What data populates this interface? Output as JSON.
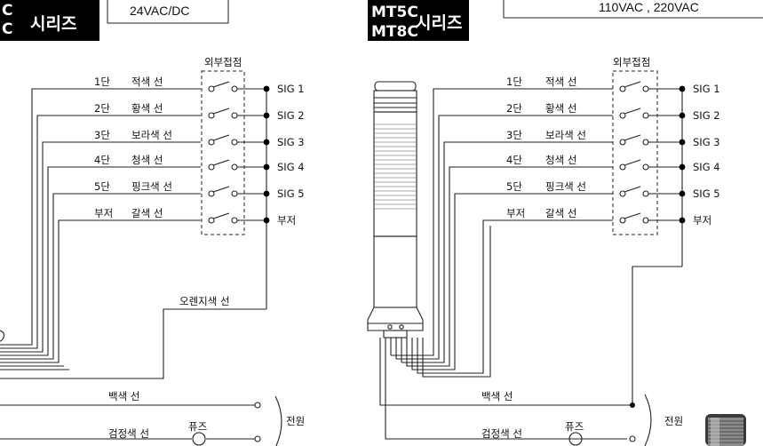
{
  "left": {
    "title_lines": [
      "C",
      "C"
    ],
    "title_kor": "시리즈",
    "voltage": "24VAC/DC",
    "contact_label": "외부접점",
    "rows": [
      {
        "tier": "1단",
        "wire": "적색 선",
        "sig": "SIG 1"
      },
      {
        "tier": "2단",
        "wire": "황색 선",
        "sig": "SIG 2"
      },
      {
        "tier": "3단",
        "wire": "보라색 선",
        "sig": "SIG 3"
      },
      {
        "tier": "4단",
        "wire": "청색 선",
        "sig": "SIG 4"
      },
      {
        "tier": "5단",
        "wire": "핑크색 선",
        "sig": "SIG 5"
      },
      {
        "tier": "부저",
        "wire": "갈색 선",
        "sig": "부저"
      }
    ],
    "orange_wire": "오렌지색 선",
    "white_wire": "백색 선",
    "black_wire": "검정색 선",
    "fuse": "퓨즈",
    "power": "전원"
  },
  "right": {
    "title_lines": [
      "MT5C",
      "MT8C"
    ],
    "title_kor": "시리즈",
    "voltage": "110VAC , 220VAC",
    "contact_label": "외부접점",
    "rows": [
      {
        "tier": "1단",
        "wire": "적색 선",
        "sig": "SIG 1"
      },
      {
        "tier": "2단",
        "wire": "황색 선",
        "sig": "SIG 2"
      },
      {
        "tier": "3단",
        "wire": "보라색 선",
        "sig": "SIG 3"
      },
      {
        "tier": "4단",
        "wire": "청색 선",
        "sig": "SIG 4"
      },
      {
        "tier": "5단",
        "wire": "핑크색 선",
        "sig": "SIG 5"
      },
      {
        "tier": "부저",
        "wire": "갈색 선",
        "sig": "부저"
      }
    ],
    "white_wire": "백색 선",
    "black_wire": "검정색 선",
    "fuse": "퓨즈",
    "power": "전원"
  }
}
